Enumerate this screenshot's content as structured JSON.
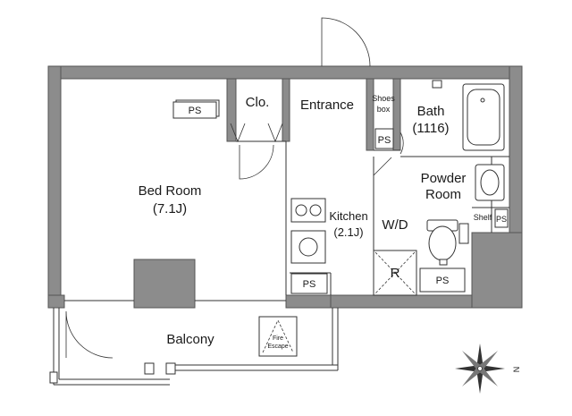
{
  "rooms": {
    "bedroom_name": "Bed Room",
    "bedroom_size": "(7.1J)",
    "closet": "Clo.",
    "entrance": "Entrance",
    "shoes_line1": "Shoes",
    "shoes_line2": "box",
    "bath_name": "Bath",
    "bath_size": "(1116)",
    "powder_line1": "Powder",
    "powder_line2": "Room",
    "kitchen_name": "Kitchen",
    "kitchen_size": "(2.1J)",
    "washer": "W/D",
    "shelf": "Shelf",
    "refrigerator": "R",
    "balcony": "Balcony",
    "fire_line1": "Fire",
    "fire_line2": "Escape"
  },
  "ps_labels": [
    "PS",
    "PS",
    "PS",
    "PS",
    "PS"
  ],
  "compass": {
    "north": "N"
  },
  "colors": {
    "wall": "#8c8c8c",
    "line": "#333333",
    "background": "#ffffff"
  }
}
